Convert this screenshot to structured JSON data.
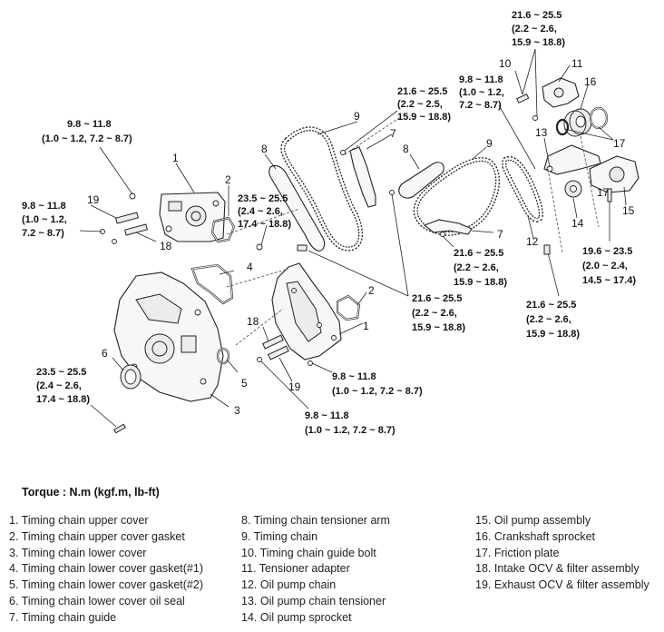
{
  "diagram": {
    "callouts": {
      "c1a": "1",
      "c1b": "1",
      "c2a": "2",
      "c2b": "2",
      "c3": "3",
      "c4": "4",
      "c5": "5",
      "c6": "6",
      "c7a": "7",
      "c7b": "7",
      "c8a": "8",
      "c8b": "8",
      "c9a": "9",
      "c9b": "9",
      "c10": "10",
      "c11": "11",
      "c12": "12",
      "c13": "13",
      "c14": "14",
      "c15": "15",
      "c16": "16",
      "c17a": "17",
      "c17b": "17",
      "c18a": "18",
      "c18b": "18",
      "c19a": "19",
      "c19b": "19"
    },
    "torque_specs": {
      "t_top_right": [
        "21.6 ~ 25.5",
        "(2.2 ~ 2.6,",
        "15.9 ~ 18.8)"
      ],
      "t_ocv_right": [
        "9.8 ~ 11.8",
        "(1.0 ~ 1.2,",
        "7.2 ~ 8.7)"
      ],
      "t_tensioner_top": [
        "21.6 ~ 25.5",
        "(2.2 ~ 2.5,",
        "15.9 ~ 18.8)"
      ],
      "t_upper_left": [
        "9.8 ~ 11.8",
        "(1.0 ~ 1.2, 7.2 ~ 8.7)"
      ],
      "t_ocv_left": [
        "9.8 ~ 11.8",
        "(1.0 ~ 1.2,",
        "7.2 ~ 8.7)"
      ],
      "t_mid_left": [
        "23.5 ~ 25.5",
        "(2.4 ~ 2.6,",
        "17.4 ~ 18.8)"
      ],
      "t_guide_right": [
        "21.6 ~ 25.5",
        "(2.2 ~ 2.6,",
        "15.9 ~ 18.8)"
      ],
      "t_pump": [
        "19.6 ~ 23.5",
        "(2.0 ~ 2.4,",
        "14.5 ~ 17.4)"
      ],
      "t_center": [
        "21.6 ~ 25.5",
        "(2.2 ~ 2.6,",
        "15.9 ~ 18.8)"
      ],
      "t_pump_chain": [
        "21.6 ~ 25.5",
        "(2.2 ~ 2.6,",
        "15.9 ~ 18.8)"
      ],
      "t_lower_left": [
        "23.5 ~ 25.5",
        "(2.4 ~ 2.6,",
        "17.4 ~ 18.8)"
      ],
      "t_cover_right": [
        "9.8 ~ 11.8",
        "(1.0 ~ 1.2, 7.2 ~ 8.7)"
      ],
      "t_bottom_center": [
        "9.8 ~ 11.8",
        "(1.0 ~ 1.2, 7.2 ~ 8.7)"
      ]
    }
  },
  "torque_title": "Torque : N.m (kgf.m, lb-ft)",
  "legend": {
    "col1": [
      "1. Timing chain upper cover",
      "2. Timing chain upper cover gasket",
      "3. Timing chain lower cover",
      "4. Timing chain lower cover gasket(#1)",
      "5. Timing chain lower cover gasket(#2)",
      "6. Timing chain lower cover oil seal",
      "7. Timing chain guide"
    ],
    "col2": [
      "8. Timing chain tensioner arm",
      "9. Timing chain",
      "10. Timing chain guide bolt",
      "11. Tensioner adapter",
      "12. Oil pump chain",
      "13. Oil pump chain tensioner",
      "14. Oil pump sprocket"
    ],
    "col3": [
      "15. Oil pump assembly",
      "16. Crankshaft sprocket",
      "17. Friction plate",
      "18. Intake OCV & filter assembly",
      "19. Exhaust OCV & filter assembly"
    ]
  }
}
